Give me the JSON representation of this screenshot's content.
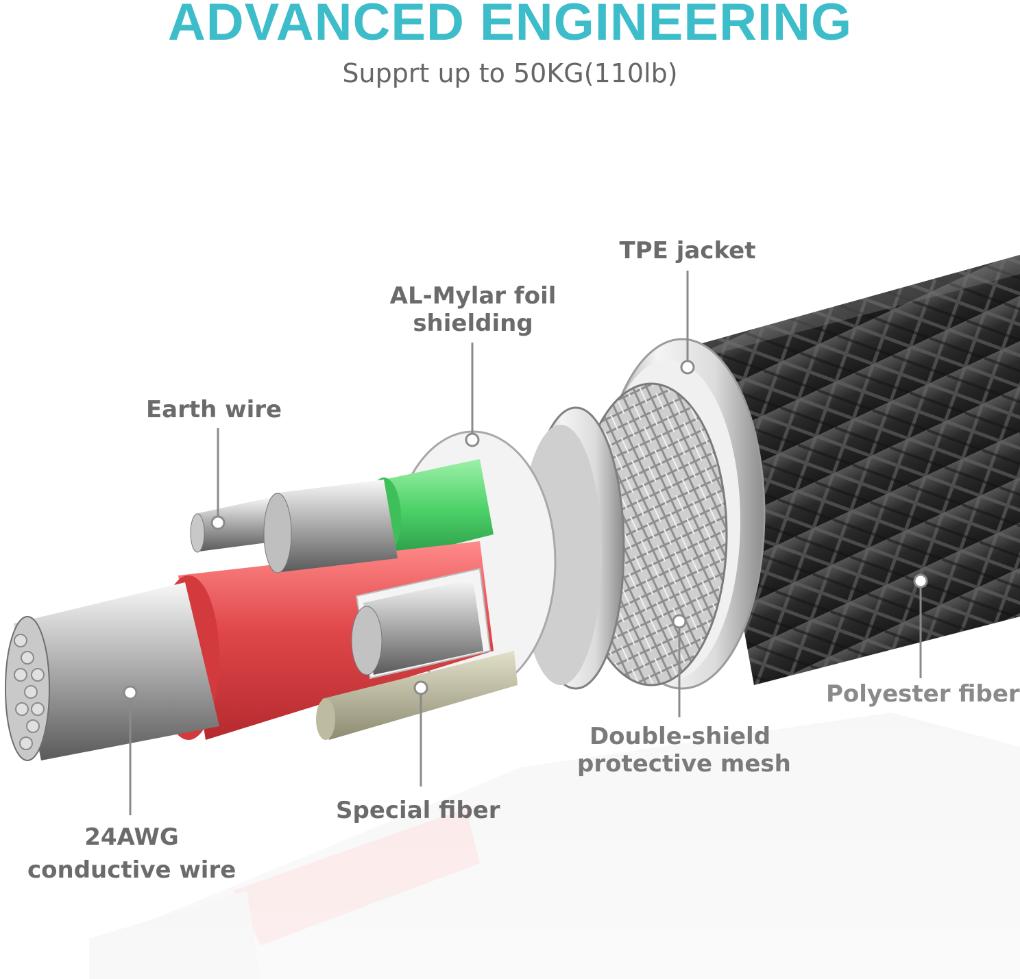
{
  "header": {
    "title": "ADVANCED ENGINEERING",
    "subtitle": "Supprt up to 50KG(110lb)"
  },
  "colors": {
    "title": "#3dbcca",
    "label_text": "#6b6b6b",
    "leader_line": "#8a8a8a",
    "red_insulation": "#e0474a",
    "green_insulation": "#4ed26a",
    "braid": "#2b2b2b",
    "foil": "#e8e8e8"
  },
  "labels": {
    "tpe_jacket": "TPE jacket",
    "al_mylar_line1": "AL-Mylar foil",
    "al_mylar_line2": "shielding",
    "earth_wire": "Earth wire",
    "polyester_fiber": "Polyester fiber",
    "double_shield_line1": "Double-shield",
    "double_shield_line2": "protective mesh",
    "special_fiber": "Special fiber",
    "awg_line1": "24AWG",
    "awg_line2": "conductive wire"
  }
}
